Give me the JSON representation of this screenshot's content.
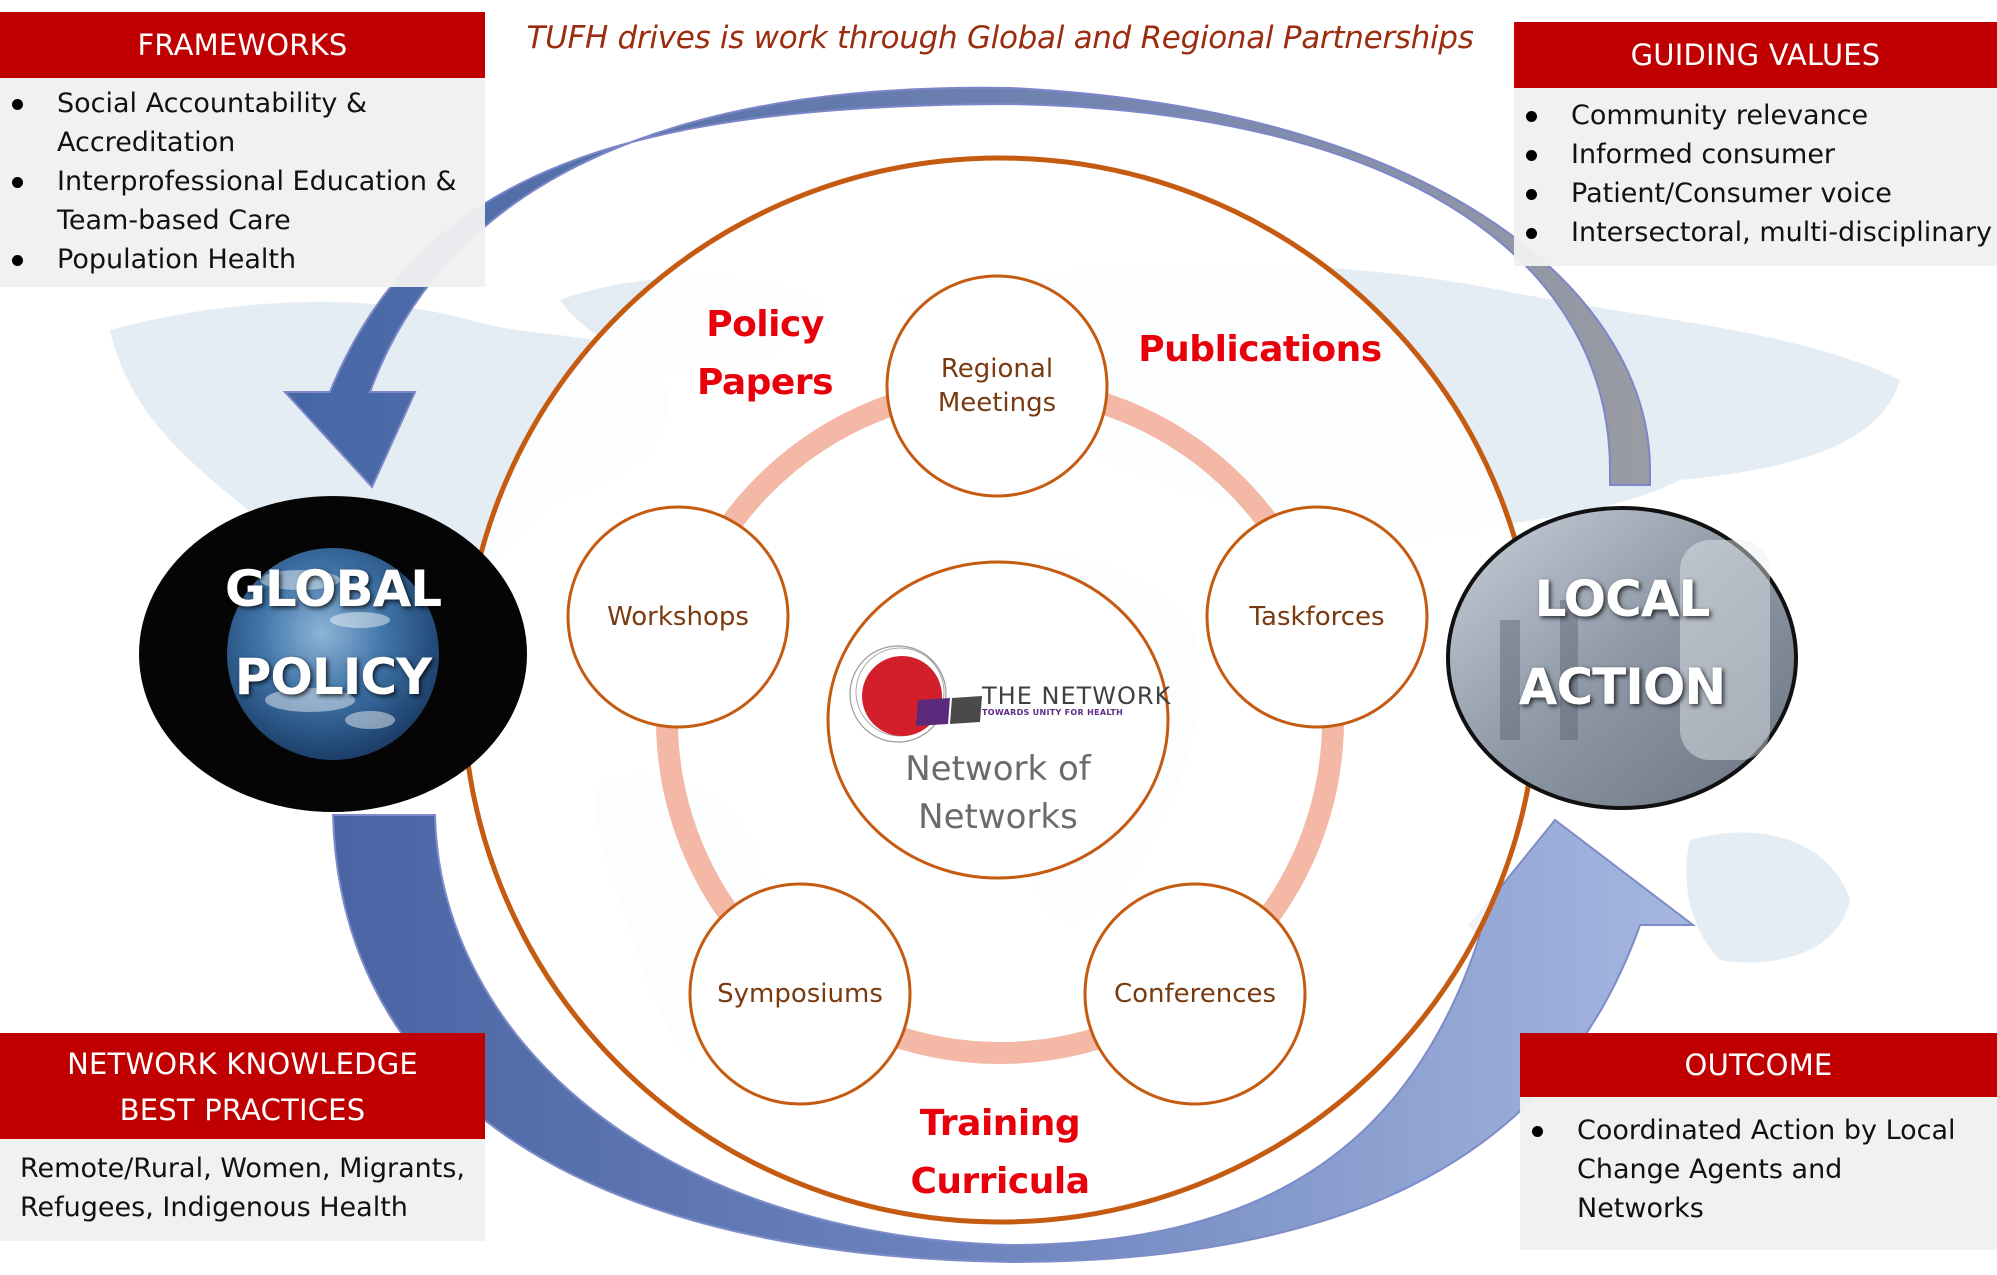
{
  "title": "TUFH drives is work through Global and Regional Partnerships",
  "colors": {
    "header_red": "#c00000",
    "accent_red": "#e8000b",
    "orange_ring": "#c55a11",
    "pink_ring": "#f4b9a6",
    "arrow_blue": "#4a68a8",
    "arrow_light_blue": "#a2b4df",
    "arrow_gray": "#8a8f9c",
    "title_brown": "#9b2d0e"
  },
  "frameworks": {
    "header": "FRAMEWORKS",
    "items": [
      "Social Accountability & Accreditation",
      "Interprofessional Education & Team-based Care",
      "Population Health"
    ]
  },
  "guiding_values": {
    "header": "GUIDING VALUES",
    "items": [
      "Community relevance",
      "Informed consumer",
      "Patient/Consumer voice",
      "Intersectoral, multi-disciplinary"
    ]
  },
  "network_knowledge": {
    "header_line1": "NETWORK KNOWLEDGE",
    "header_line2": "BEST PRACTICES",
    "body_line1": "Remote/Rural, Women, Migrants,",
    "body_line2": "Refugees, Indigenous Health"
  },
  "outcome": {
    "header": "OUTCOME",
    "items": [
      "Coordinated Action by Local Change Agents and Networks"
    ]
  },
  "global_policy": {
    "line1": "GLOBAL",
    "line2": "POLICY",
    "icon": "earth-globe"
  },
  "local_action": {
    "line1": "LOCAL",
    "line2": "ACTION",
    "icon": "doctor-photo"
  },
  "outputs": {
    "policy_papers": {
      "line1": "Policy",
      "line2": "Papers"
    },
    "publications": "Publications",
    "training_curricula": {
      "line1": "Training",
      "line2": "Curricula"
    }
  },
  "activities": [
    {
      "id": "regional-meetings",
      "line1": "Regional",
      "line2": "Meetings"
    },
    {
      "id": "workshops",
      "line1": "Workshops",
      "line2": ""
    },
    {
      "id": "taskforces",
      "line1": "Taskforces",
      "line2": ""
    },
    {
      "id": "symposiums",
      "line1": "Symposiums",
      "line2": ""
    },
    {
      "id": "conferences",
      "line1": "Conferences",
      "line2": ""
    }
  ],
  "center": {
    "logo_name": "THE NETWORK",
    "logo_tagline": "TOWARDS UNITY FOR HEALTH",
    "line1": "Network of",
    "line2": "Networks"
  }
}
